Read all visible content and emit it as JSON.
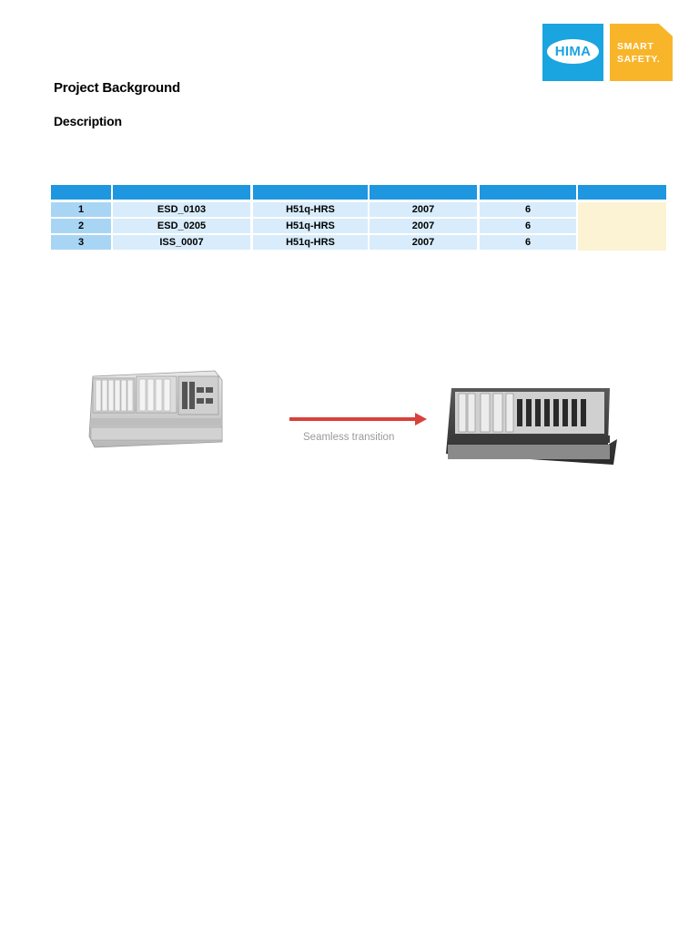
{
  "logo": {
    "brand": "HIMA",
    "tagline_line1": "SMART",
    "tagline_line2": "SAFETY."
  },
  "heading": "Project Background",
  "subheading": "Description",
  "table": {
    "columns": [
      "",
      "",
      "",
      "",
      "",
      ""
    ],
    "rows": [
      {
        "num": "1",
        "name": "ESD_0103",
        "system": "H51q-HRS",
        "year": "2007",
        "count": "6"
      },
      {
        "num": "2",
        "name": "ESD_0205",
        "system": "H51q-HRS",
        "year": "2007",
        "count": "6"
      },
      {
        "num": "3",
        "name": "ISS_0007",
        "system": "H51q-HRS",
        "year": "2007",
        "count": "6"
      }
    ]
  },
  "transition": {
    "caption": "Seamless transition",
    "left_image": "legacy-controller-rack-image",
    "right_image": "new-controller-rack-image"
  },
  "colors": {
    "header_blue": "#1e96e0",
    "row_blue": "#d8ecfb",
    "num_blue": "#a9d5f4",
    "comment_yellow": "#fbf3d4",
    "logo_blue": "#1aa4e0",
    "logo_yellow": "#f8b52a",
    "arrow_red": "#d9413a"
  }
}
